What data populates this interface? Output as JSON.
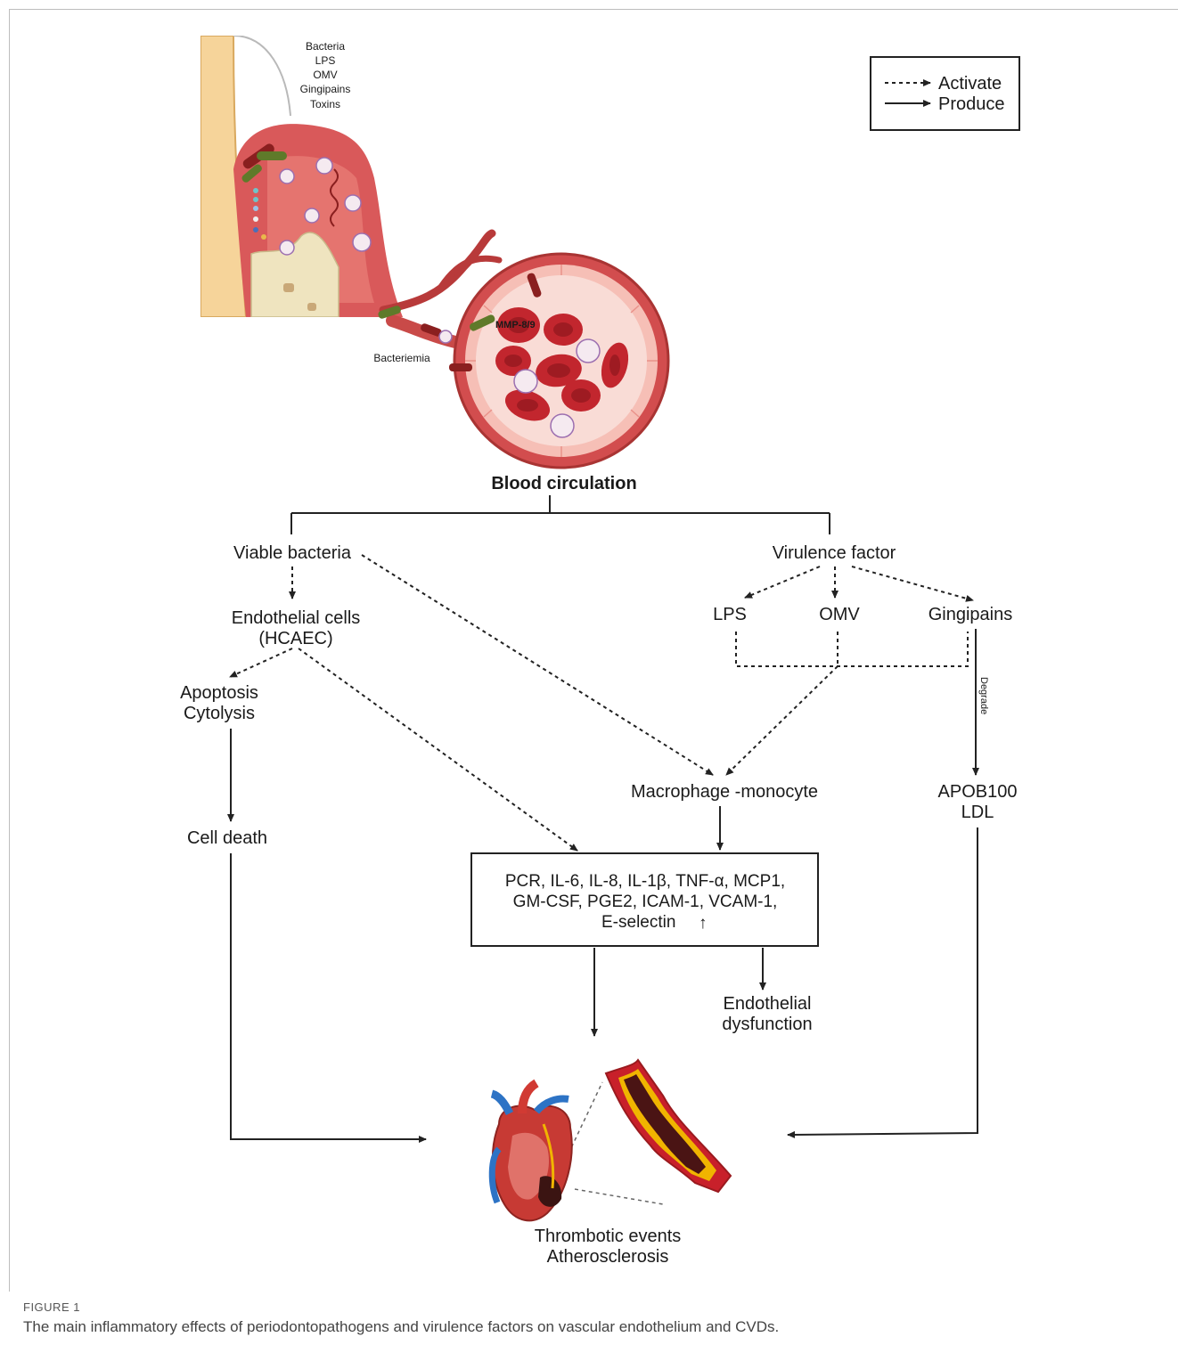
{
  "legend": {
    "activate": "Activate",
    "produce": "Produce"
  },
  "illustration": {
    "source_lines": [
      "Bacteria",
      "LPS",
      "OMV",
      "Gingipains",
      "Toxins"
    ],
    "mmp": "MMP-8/9",
    "bacteriemia": "Bacteriemia"
  },
  "nodes": {
    "blood_circulation": "Blood circulation",
    "viable_bacteria": "Viable bacteria",
    "virulence_factor": "Virulence factor",
    "endothelial_line1": "Endothelial cells",
    "endothelial_line2": "(HCAEC)",
    "lps": "LPS",
    "omv": "OMV",
    "gingipains": "Gingipains",
    "degrade": "Degrade",
    "apoptosis": "Apoptosis",
    "cytolysis": "Cytolysis",
    "macrophage": "Macrophage -monocyte",
    "apob100": "APOB100",
    "ldl": "LDL",
    "cell_death": "Cell death",
    "cytokines_line1": "PCR, IL-6, IL-8, IL-1β, TNF-α, MCP1,",
    "cytokines_line2": "GM-CSF, PGE2, ICAM-1, VCAM-1,",
    "cytokines_line3": "E-selectin",
    "up_arrow": "↑",
    "endo_dys_line1": "Endothelial",
    "endo_dys_line2": "dysfunction",
    "thrombotic": "Thrombotic events",
    "atherosclerosis": "Atherosclerosis"
  },
  "caption": {
    "label": "FIGURE 1",
    "text": "The main inflammatory effects of periodontopathogens and virulence factors on vascular endothelium and CVDs."
  }
}
